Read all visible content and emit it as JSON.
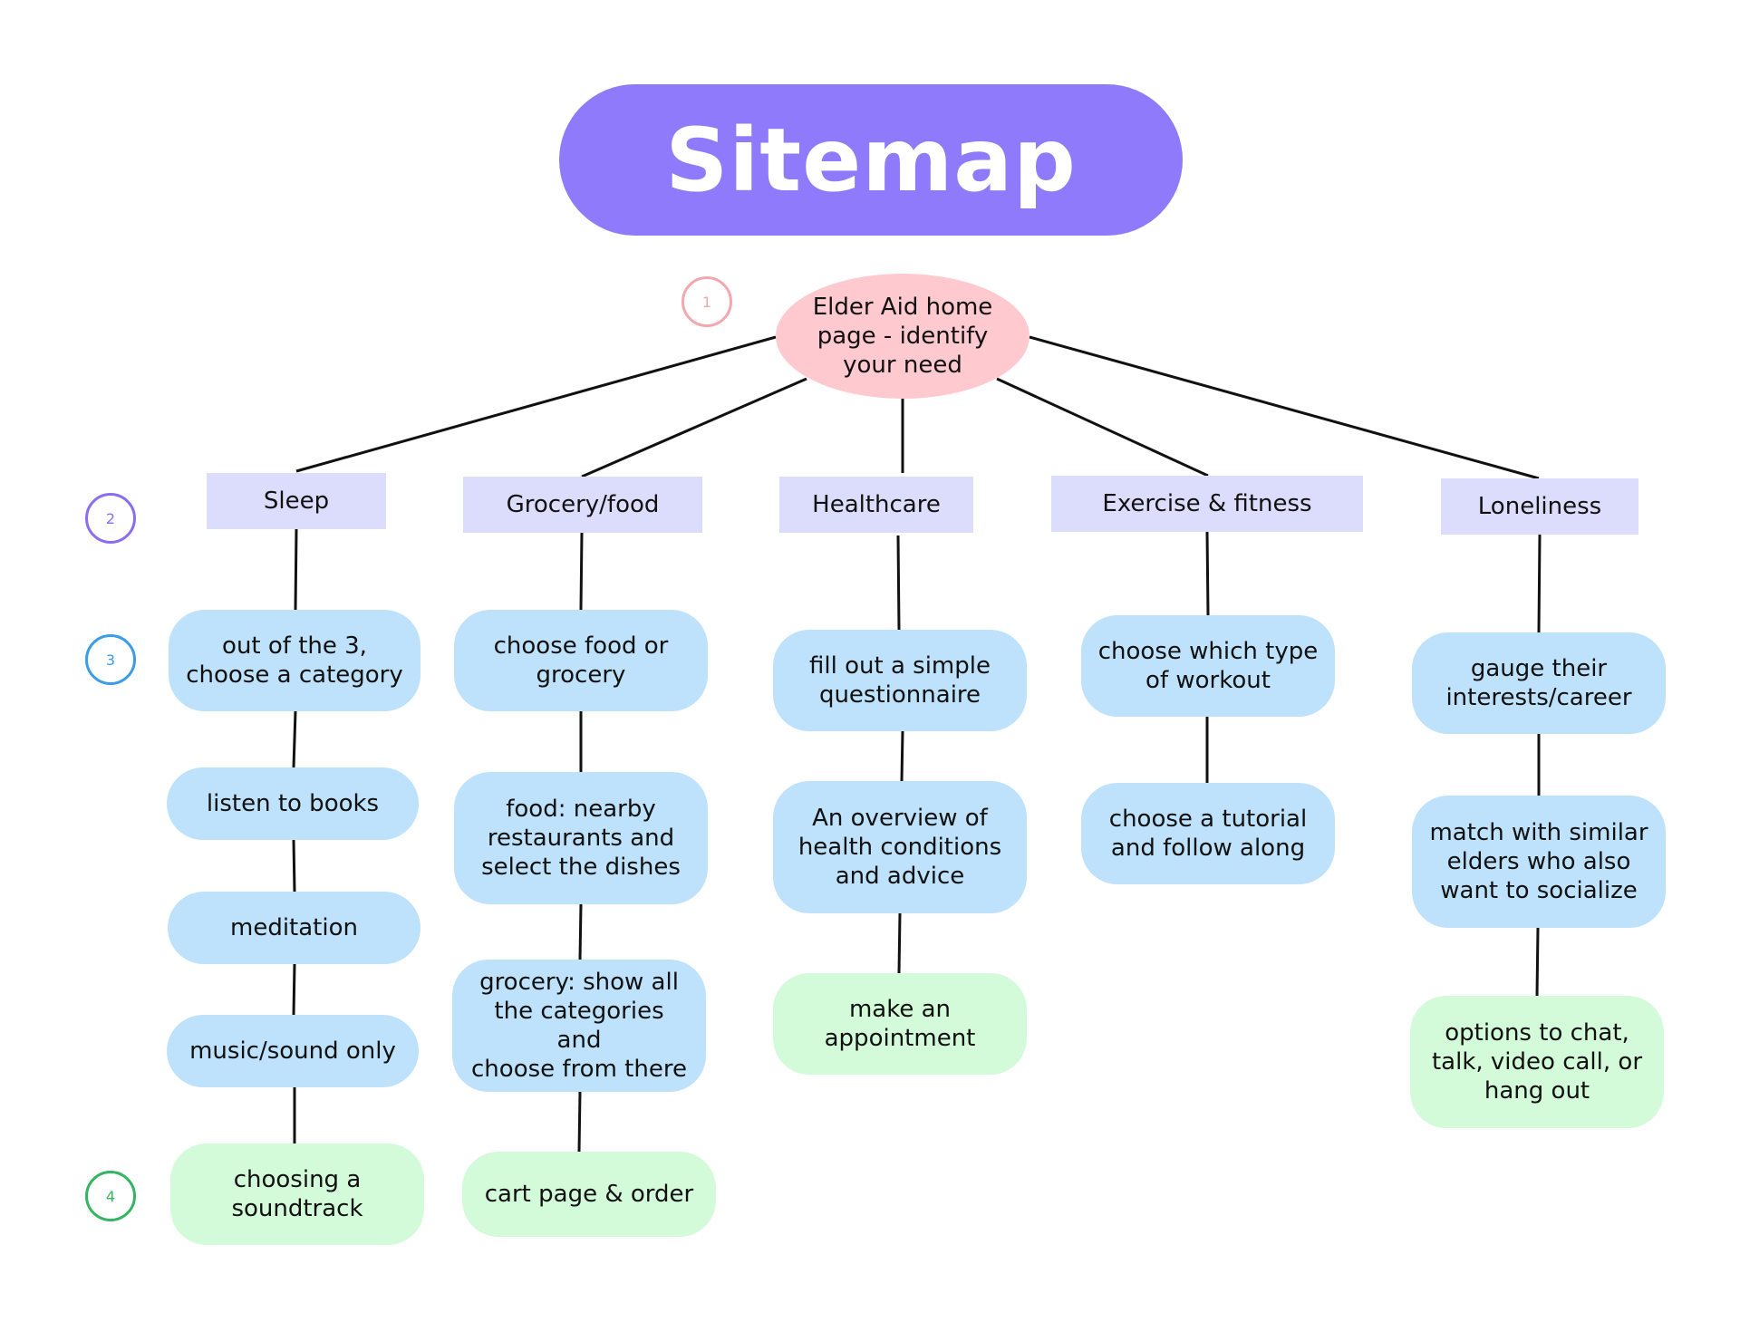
{
  "title": "Sitemap",
  "colors": {
    "title_bg": "#8e7afa",
    "root_bg": "#ffc9d0",
    "category_bg": "#dcdcfc",
    "step_bg": "#bee2fc",
    "final_bg": "#d3fad9",
    "line": "#111111"
  },
  "root": "Elder Aid home\npage - identify\nyour need",
  "levels": [
    {
      "label": "1",
      "color": "#f4a7ae"
    },
    {
      "label": "2",
      "color": "#8b6ef0"
    },
    {
      "label": "3",
      "color": "#3a9de6"
    },
    {
      "label": "4",
      "color": "#34b561"
    }
  ],
  "categories": [
    {
      "label": "Sleep",
      "steps": [
        "out of the 3,\nchoose a category",
        "listen to books",
        "meditation",
        "music/sound only"
      ],
      "final": "choosing a\nsoundtrack"
    },
    {
      "label": "Grocery/food",
      "steps": [
        "choose food or\ngrocery",
        "food: nearby\nrestaurants and\nselect the dishes",
        "grocery: show all\nthe categories and\nchoose from there"
      ],
      "final": "cart page & order"
    },
    {
      "label": "Healthcare",
      "steps": [
        "fill out a simple\nquestionnaire",
        "An overview of\nhealth conditions\nand advice"
      ],
      "final": "make an\nappointment"
    },
    {
      "label": "Exercise & fitness",
      "steps": [
        "choose which type\nof workout",
        "choose a tutorial\nand follow along"
      ],
      "final": ""
    },
    {
      "label": "Loneliness",
      "steps": [
        "gauge their\ninterests/career",
        "match with similar\nelders who also\nwant to socialize"
      ],
      "final": "options to chat,\ntalk, video call,  or\nhang out"
    }
  ]
}
